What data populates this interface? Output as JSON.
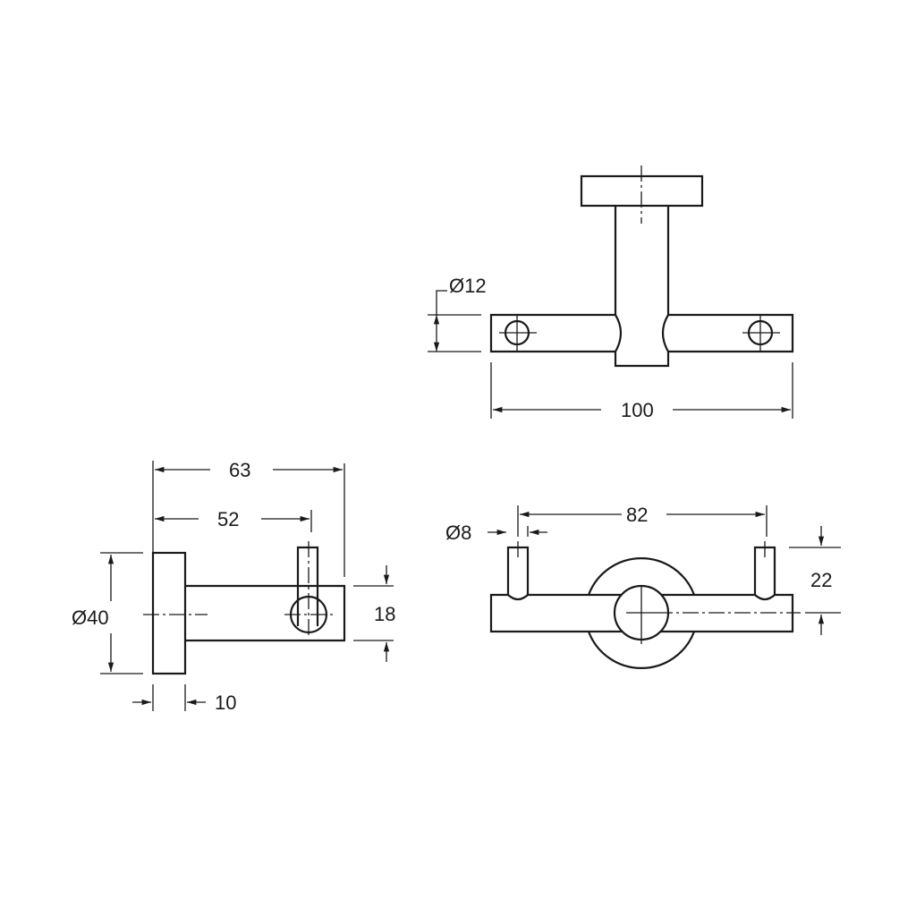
{
  "drawing": {
    "top_view": {
      "hole_diameter": "Ø12",
      "overall_width": "100"
    },
    "side_view": {
      "depth_total": "63",
      "depth_to_hook": "52",
      "plate_diameter": "Ø40",
      "plate_thickness": "10",
      "arm_height": "18"
    },
    "front_view": {
      "peg_diameter": "Ø8",
      "peg_spacing": "82",
      "peg_height": "22"
    }
  }
}
